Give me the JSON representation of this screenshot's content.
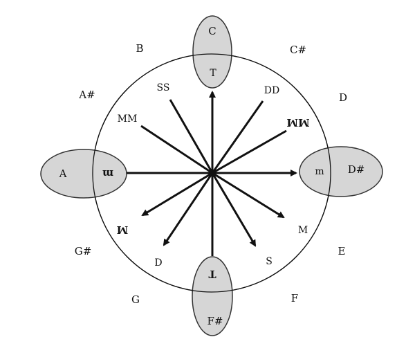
{
  "diagram": {
    "colors": {
      "stroke": "#111111",
      "ellipse_fill": "#d6d6d6",
      "ellipse_stroke": "#333333",
      "background": "#ffffff"
    },
    "outer_notes": {
      "c": "C",
      "c_sharp": "C#",
      "d": "D",
      "d_sharp": "D#",
      "e": "E",
      "f": "F",
      "f_sharp": "F#",
      "g": "G",
      "g_sharp": "G#",
      "a": "A",
      "a_sharp": "A#",
      "b": "B"
    },
    "inner_labels": {
      "t_top": "T",
      "ss": "SS",
      "dd": "DD",
      "mm": "MM",
      "mm_inverted": "MM",
      "m_right": "m",
      "m_left": "m",
      "m_lower_left": "M",
      "m_lower_right": "M",
      "d_lower": "D",
      "s_lower": "S",
      "t_bottom": "T"
    }
  }
}
